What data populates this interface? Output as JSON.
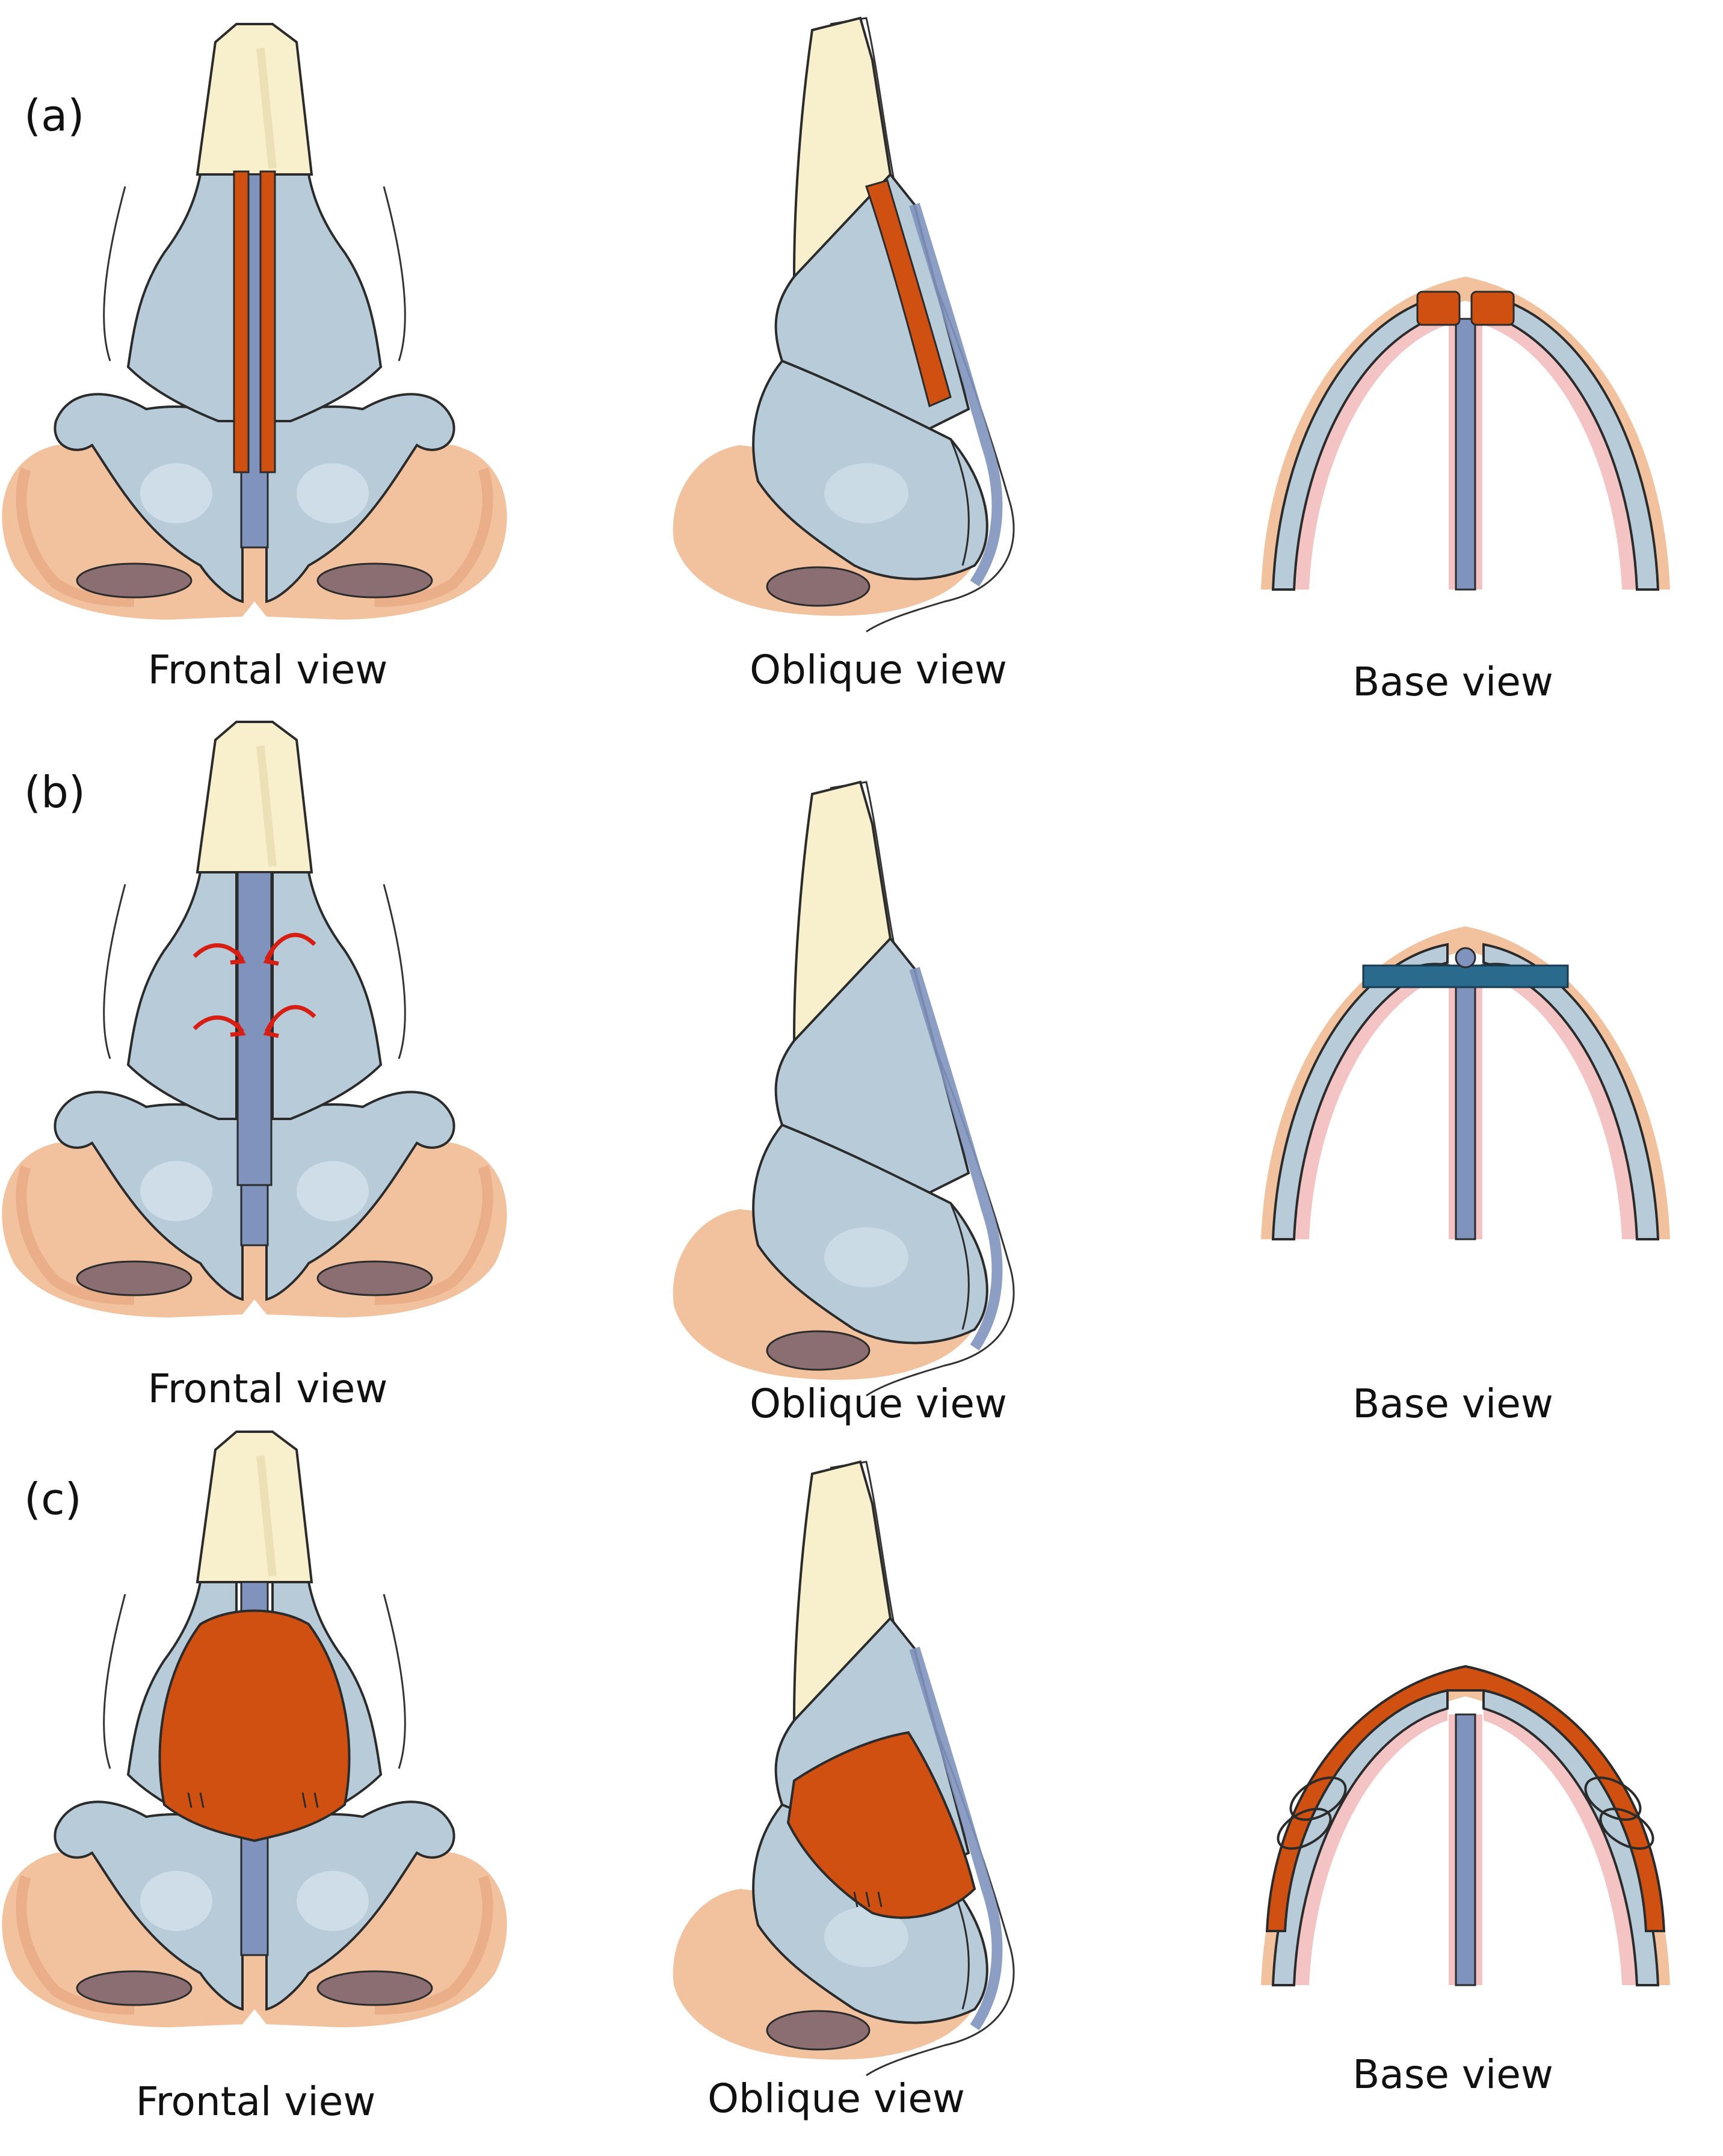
{
  "panels": [
    {
      "label": "(a)",
      "captions": {
        "frontal": "Frontal view",
        "oblique": "Oblique view",
        "base": "Base view"
      }
    },
    {
      "label": "(b)",
      "captions": {
        "frontal": "Frontal view",
        "oblique": "Oblique view",
        "base": "Base view"
      }
    },
    {
      "label": "(c)",
      "captions": {
        "frontal": "Frontal view",
        "oblique": "Oblique view",
        "base": "Base view"
      }
    }
  ],
  "colors": {
    "skin": "#f2c29e",
    "skin_dark": "#e4a27a",
    "bone": "#f8f0cc",
    "cartilage": "#b7cbd9",
    "cartilage_light": "#d3e1ea",
    "septum": "#7f93bd",
    "graft": "#cf5010",
    "soft_tissue_pink": "#f4c4c4",
    "splint": "#2a6a8c",
    "arrow": "#d81e12",
    "outline": "#2b2b2b",
    "nostril": "#8a6e72"
  }
}
